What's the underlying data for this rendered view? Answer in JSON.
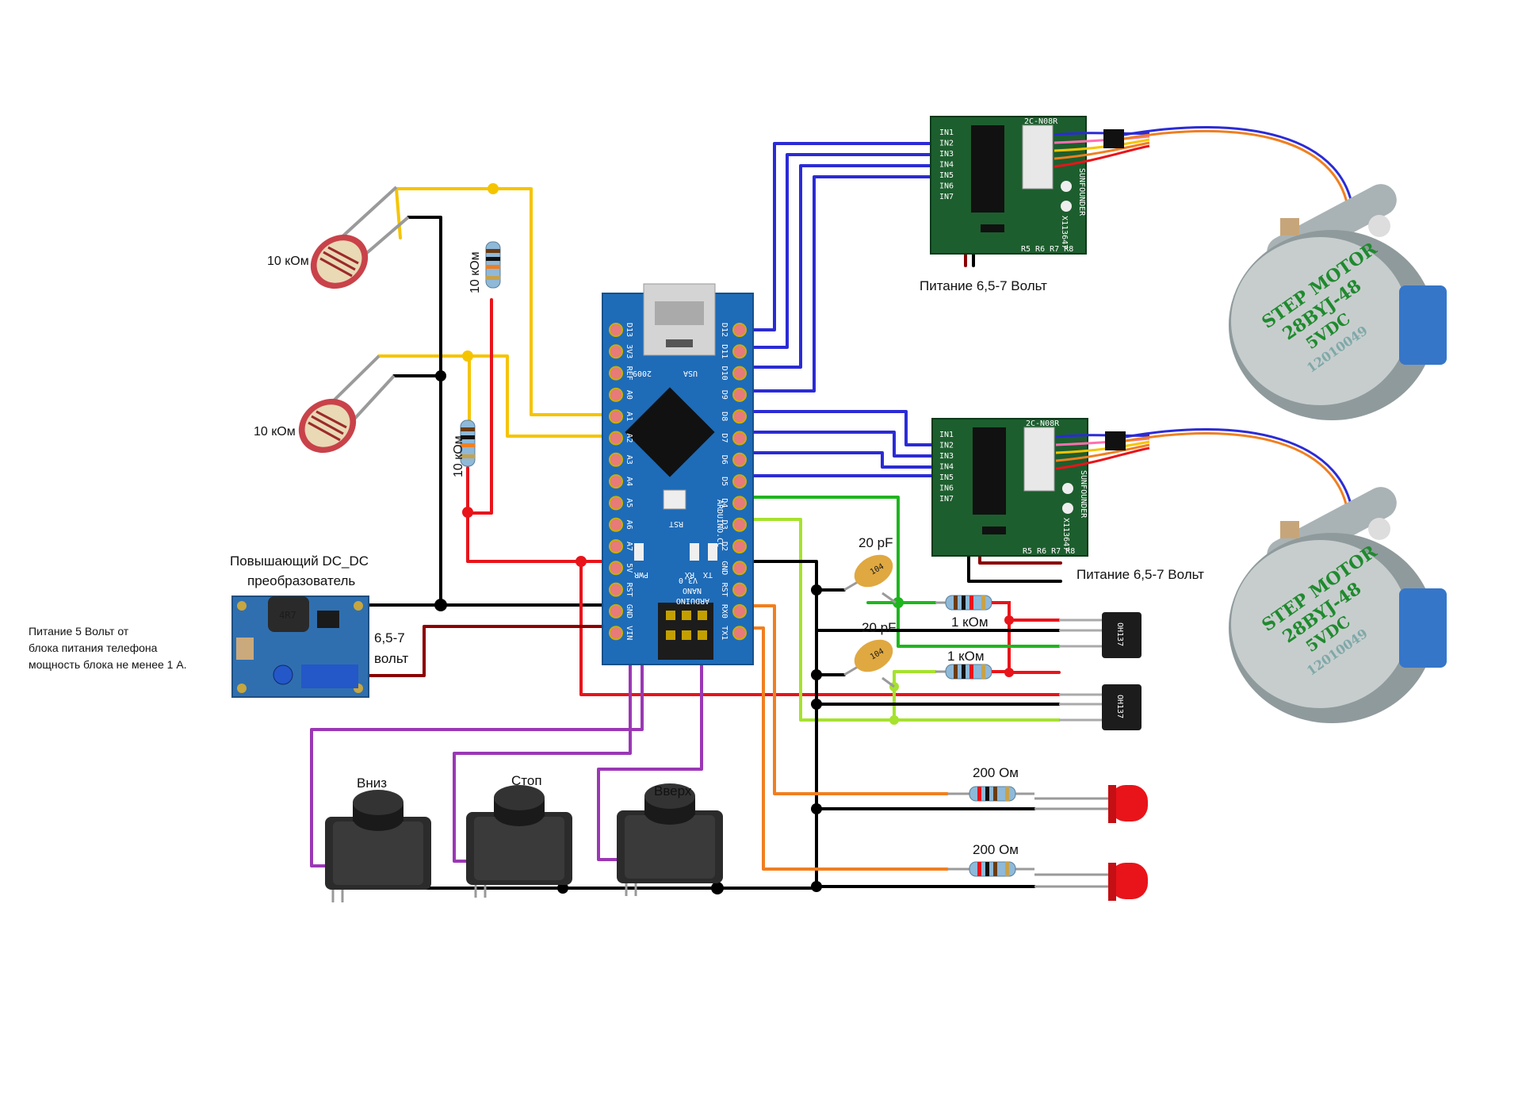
{
  "labels": {
    "ldr_top": "10 кОм",
    "ldr_bottom": "10 кОм",
    "res_top": "10 кОм",
    "res_bottom": "10 кОм",
    "dcdc_title": "Повышающий DC_DC",
    "dcdc_title2": "преобразователь",
    "dcdc_out": "6,5-7",
    "dcdc_out2": "вольт",
    "power_note1": "Питание 5 Вольт от",
    "power_note2": "блока питания телефона",
    "power_note3": "мощность блока не менее 1 А.",
    "driver_power_top": "Питание 6,5-7 Вольт",
    "driver_power_bottom": "Питание 6,5-7 Вольт",
    "cap1": "20 pF",
    "cap2": "20 pF",
    "res_1k_top": "1 кОм",
    "res_1k_bottom": "1 кОм",
    "led_res_top": "200 Ом",
    "led_res_bottom": "200 Ом",
    "btn_down": "Вниз",
    "btn_stop": "Стоп",
    "btn_up": "Вверх"
  },
  "arduino": {
    "left_pins": [
      "D13",
      "3V3",
      "REF",
      "A0",
      "A1",
      "A2",
      "A3",
      "A4",
      "A5",
      "A6",
      "A7",
      "5V",
      "RST",
      "GND",
      "VIN"
    ],
    "right_pins": [
      "D12",
      "D11",
      "D10",
      "D9",
      "D8",
      "D7",
      "D6",
      "D5",
      "D4",
      "D3",
      "D2",
      "GND",
      "RST",
      "RX0",
      "TX1"
    ],
    "model_line1": "ARDUINO",
    "model_line2": "NANO",
    "model_line3": "V3.0",
    "rst_label": "RST",
    "year": "2009",
    "country": "USA",
    "brand": "ARDUINO.CC",
    "led_labels": [
      "PWR",
      "RX",
      "TX"
    ]
  },
  "driver": {
    "brand": "SUNFOUNDER",
    "ic": "2C-N08R",
    "inputs": [
      "IN1",
      "IN2",
      "IN3",
      "IN4",
      "IN5",
      "IN6",
      "IN7"
    ],
    "bottom": "R5 R6 R7 R8",
    "side": "X113647"
  },
  "motor": {
    "line1": "STEP MOTOR",
    "line2": "28BYJ-48",
    "line3": "5VDC",
    "line4": "12010049"
  },
  "dcdc_inductor": "4R7",
  "sensor_text": "OH137",
  "cap_text": "104",
  "colors": {
    "yellow": "#f5c400",
    "black": "#000000",
    "red": "#e8141a",
    "darkred": "#8b0000",
    "blue": "#2b2bd6",
    "purple": "#9b37b5",
    "green": "#1fb51f",
    "lime": "#a6e22e",
    "orange": "#f07f20",
    "board_blue": "#1e6bb8"
  }
}
